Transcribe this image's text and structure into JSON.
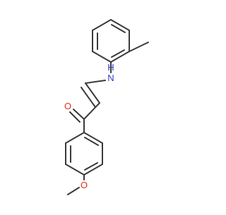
{
  "molecule": {
    "atom_labels": {
      "nh": "H",
      "nn": "N",
      "o_carbonyl": "O",
      "o_methoxy": "O"
    },
    "colors": {
      "bond": "#3a3a3a",
      "nitrogen": "#2f3fbf",
      "oxygen": "#e03020",
      "background": "#ffffff"
    }
  }
}
